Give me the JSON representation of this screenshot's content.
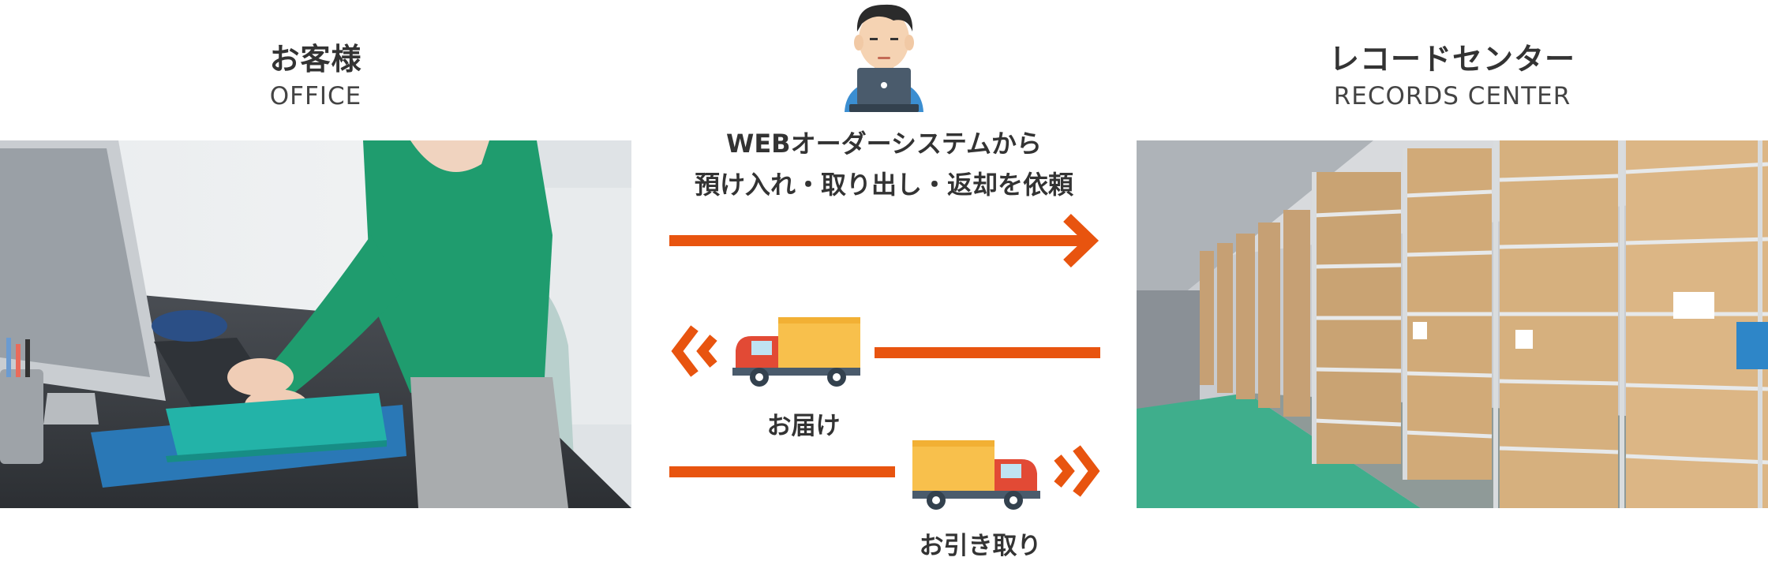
{
  "client": {
    "title": "お客様",
    "subtitle": "OFFICE"
  },
  "center": {
    "title": "レコードセンター",
    "subtitle": "RECORDS CENTER"
  },
  "order": {
    "line1": "WEBオーダーシステムから",
    "line2": "預け入れ・取り出し・返却を依頼"
  },
  "delivery": {
    "label": "お届け"
  },
  "pickup": {
    "label": "お引き取り"
  },
  "colors": {
    "arrow": "#e8540f",
    "truck_cab": "#e24a35",
    "truck_cargo": "#f8c04c",
    "laptop": "#4a5b6c",
    "shirt": "#3b8ed1"
  },
  "icons": [
    "user-laptop-icon",
    "truck-icon",
    "double-chevron-left-icon",
    "double-chevron-right-icon",
    "arrow-right-icon"
  ]
}
